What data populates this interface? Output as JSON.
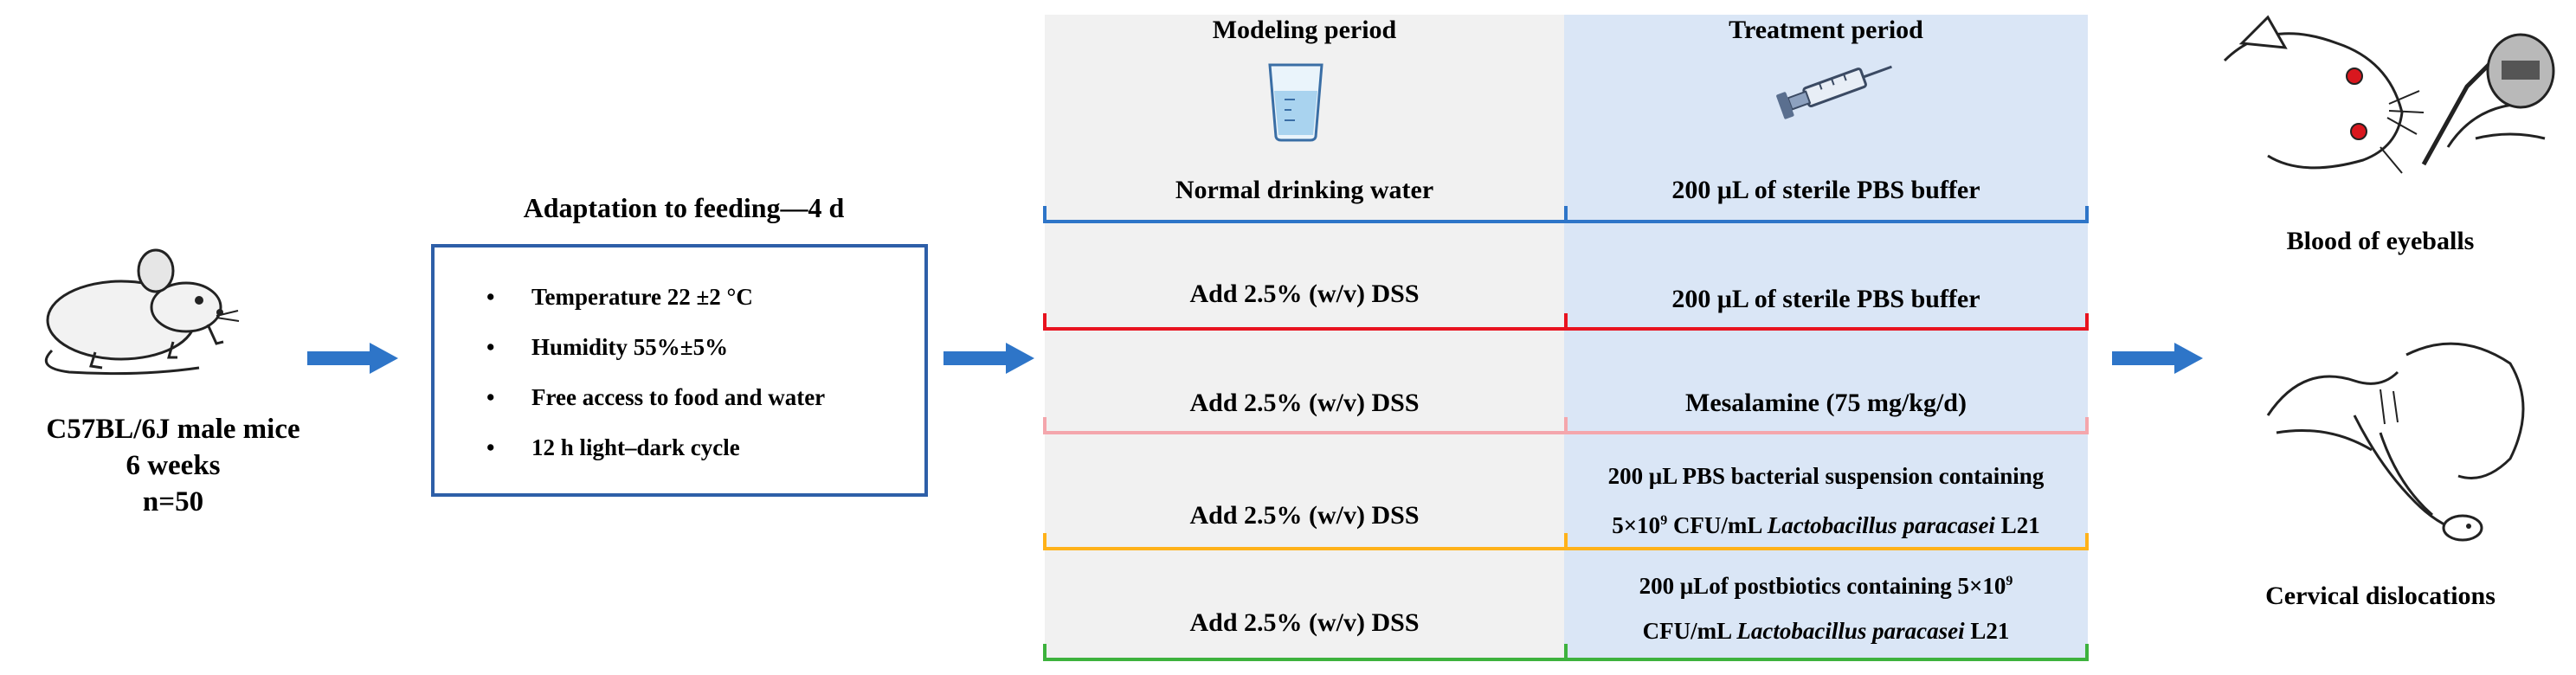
{
  "mouse": {
    "line1": "C57BL/6J male mice",
    "line2": "6 weeks",
    "line3": "n=50"
  },
  "adaptation": {
    "title": "Adaptation to feeding—4 d",
    "items": [
      "Temperature 22 ±2 °C",
      "Humidity  55%±5%",
      "Free access to food and water",
      "12 h light–dark cycle"
    ]
  },
  "periods": {
    "modeling": "Modeling period",
    "treatment": "Treatment period"
  },
  "groups": [
    {
      "modeling": "Normal drinking water",
      "treatment": "200 μL of sterile PBS buffer",
      "color": "#2e75c8"
    },
    {
      "modeling": "Add 2.5% (w/v) DSS",
      "treatment": "200 μL of sterile PBS buffer",
      "color": "#e8131f"
    },
    {
      "modeling": "Add 2.5% (w/v) DSS",
      "treatment": "Mesalamine (75 mg/kg/d)",
      "color": "#f4a6ac"
    },
    {
      "modeling": "Add 2.5% (w/v) DSS",
      "treatment_line1": "200 μL PBS bacterial suspension containing",
      "treatment_line2_pre": "5×10",
      "treatment_line2_sup": "9",
      "treatment_line2_mid": " CFU/mL ",
      "treatment_line2_italic": "Lactobacillus paracasei",
      "treatment_line2_post": " L21",
      "color": "#ffb21a"
    },
    {
      "modeling": "Add 2.5% (w/v) DSS",
      "treatment_line1_pre": "200 μLof postbiotics containing 5×10",
      "treatment_line1_sup": "9",
      "treatment_line2_pre": "CFU/mL ",
      "treatment_line2_italic": "Lactobacillus paracasei",
      "treatment_line2_post": " L21",
      "color": "#3db23d"
    }
  ],
  "outcomes": {
    "top": "Blood of eyeballs",
    "bottom": "Cervical dislocations"
  },
  "colors": {
    "arrow": "#2e75c8",
    "box_border": "#2e5fa8",
    "modeling_bg": "#f1f1f1",
    "treatment_bg": "#dae6f6"
  },
  "icons": [
    "mouse-icon",
    "beaker-icon",
    "syringe-icon",
    "mouse-eye-blood-icon",
    "cervical-dislocation-icon",
    "arrow-right-icon"
  ]
}
